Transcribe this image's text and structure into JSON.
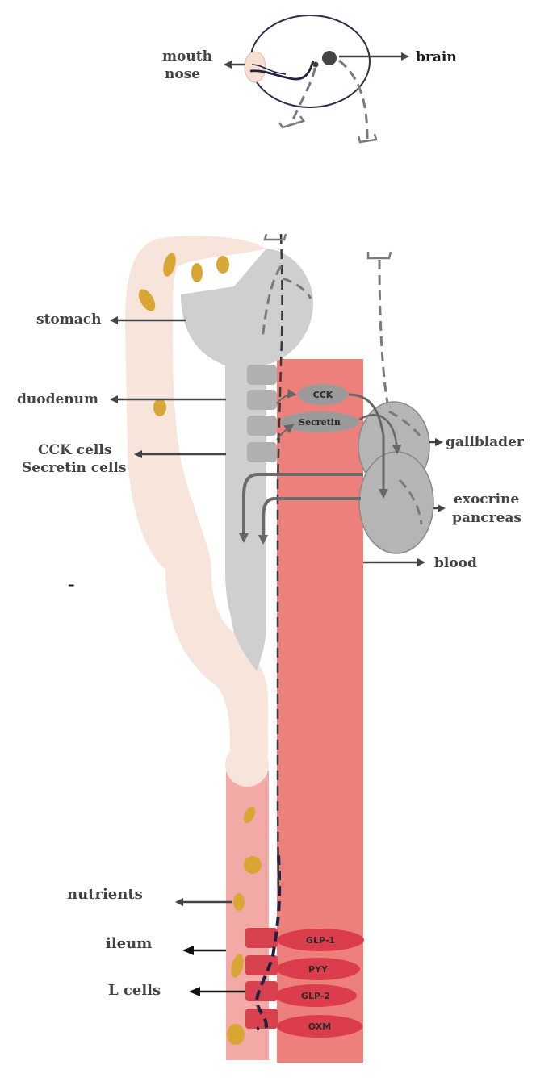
{
  "head": {
    "labels": {
      "mouth": "mouth",
      "nose": "nose",
      "brain": "brain"
    }
  },
  "gut_labels": {
    "stomach": "stomach",
    "duodenum": "duodenum",
    "cck_cells": "CCK cells",
    "secretin_cells": "Secretin cells",
    "gallbladder": "gallblader",
    "exocrine": "exocrine",
    "pancreas": "pancreas",
    "blood": "blood",
    "dash_mark": "–",
    "nutrients": "nutrients",
    "ileum": "ileum",
    "l_cells": "L cells"
  },
  "hormones_upper": {
    "cck": "CCK",
    "secretin": "Secretin"
  },
  "hormones_lower": [
    "GLP-1",
    "PYY",
    "GLP-2",
    "OXM"
  ],
  "colors": {
    "gut_tube": "#f7e5dc",
    "stomach_grey": "#cfcfcf",
    "blood": "#ee807c",
    "ileum_tissue": "#f3aaa7",
    "nutrient": "#d8a634",
    "l_cell": "#d8424f",
    "hormone_oval": "#dc3d4c",
    "organ_grey": "#b5b5b5"
  }
}
